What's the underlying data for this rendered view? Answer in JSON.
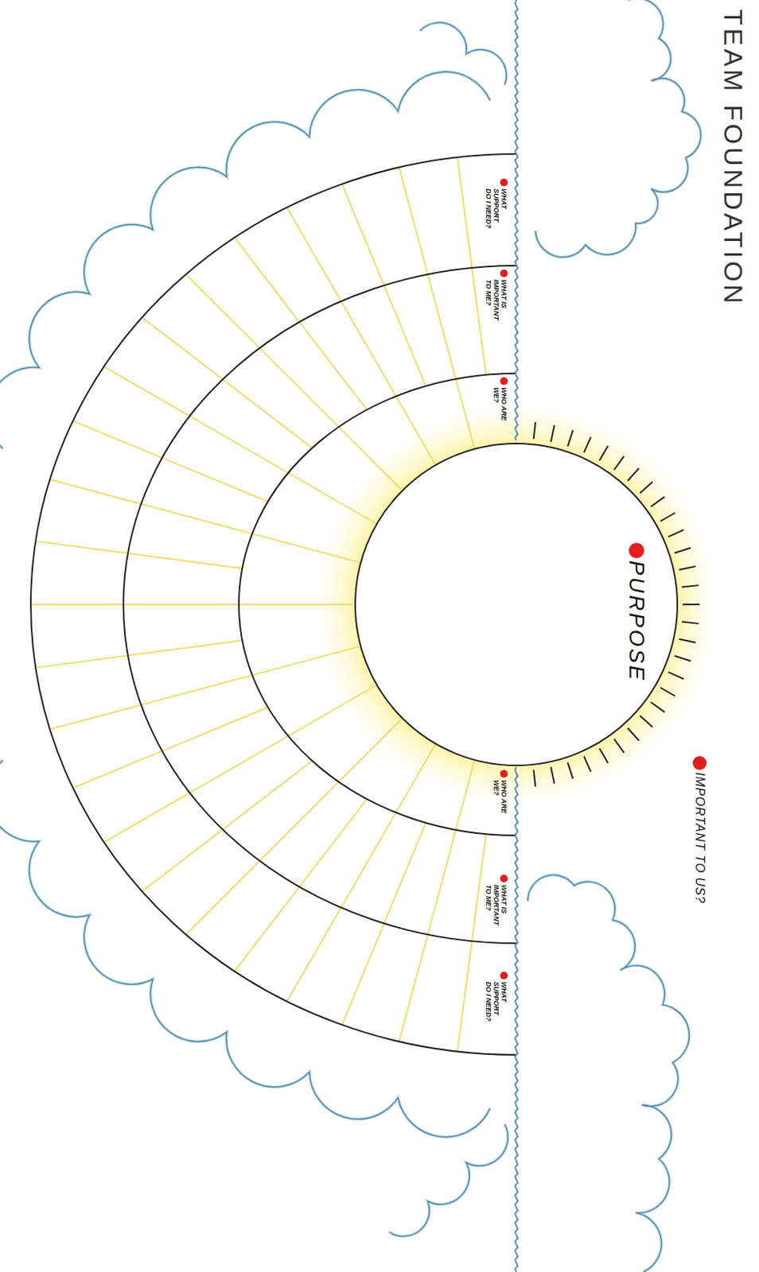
{
  "diagram": {
    "title": "TEAM FOUNDATION",
    "nodes": [
      {
        "text": [
          "PURPOSE"
        ]
      }
    ],
    "labels": [
      "IMPORTANT TO US?",
      "WHAT SUPPORT DO I NEED?",
      "WHAT IS IMPORTANT TO ME?",
      "WHO ARE WE?",
      "WHO ARE WE?",
      "WHAT IS IMPORTANT TO ME?",
      "WHAT SUPPORT DO I NEED?"
    ]
  }
}
